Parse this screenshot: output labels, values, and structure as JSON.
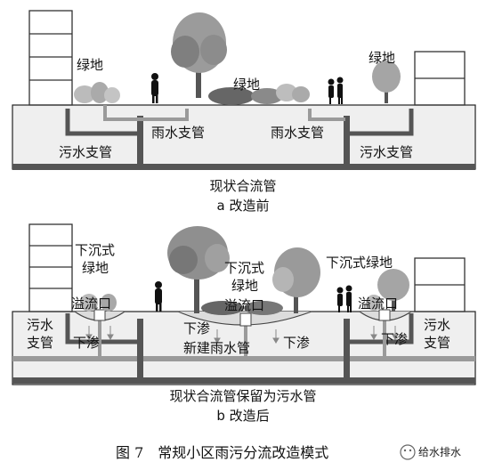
{
  "panel_a": {
    "label_green_left": "绿地",
    "label_green_center": "绿地",
    "label_green_right": "绿地",
    "label_rain_left": "雨水支管",
    "label_rain_right": "雨水支管",
    "label_sewer_left": "污水支管",
    "label_sewer_right": "污水支管",
    "caption_line1": "现状合流管",
    "caption_line2": "a 改造前"
  },
  "panel_b": {
    "label_sunken_left_1": "下沉式",
    "label_sunken_left_2": "绿地",
    "label_sunken_center_1": "下沉式",
    "label_sunken_center_2": "绿地",
    "label_sunken_right": "下沉式绿地",
    "label_overflow_left": "溢流口",
    "label_overflow_center": "溢流口",
    "label_overflow_right": "溢流口",
    "label_sewer_left_1": "污水",
    "label_sewer_left_2": "支管",
    "label_sewer_right_1": "污水",
    "label_sewer_right_2": "支管",
    "label_infiltrate_left": "下渗",
    "label_infiltrate_center_left": "下渗",
    "label_infiltrate_center_right": "下渗",
    "label_infiltrate_right": "下渗",
    "label_new_rain_pipe": "新建雨水管",
    "caption_line1": "现状合流管保留为污水管",
    "caption_line2": "b 改造后"
  },
  "figure_caption": "图 7　常规小区雨污分流改造模式",
  "watermark_text": "给水排水",
  "colors": {
    "ground": "#efefef",
    "soil_line": "#333333",
    "pipe": "#555555",
    "rain_pipe": "#9a9a9a"
  }
}
